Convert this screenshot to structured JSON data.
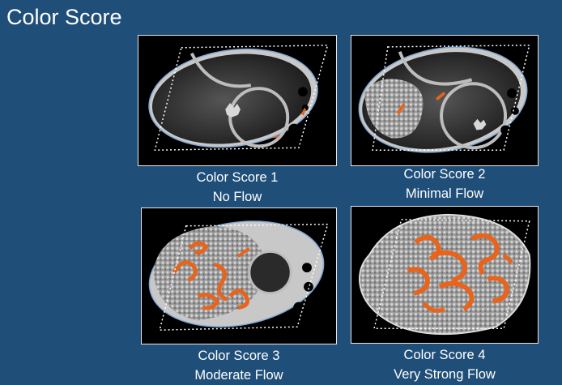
{
  "slide": {
    "title": "Color Score"
  },
  "panels": [
    {
      "score_label": "Color Score 1",
      "flow_label": "No Flow"
    },
    {
      "score_label": "Color Score 2",
      "flow_label": "Minimal Flow"
    },
    {
      "score_label": "Color Score 3",
      "flow_label": "Moderate Flow"
    },
    {
      "score_label": "Color Score 4",
      "flow_label": "Very Strong Flow"
    }
  ],
  "colors": {
    "background": "#1f4e79",
    "vessel": "#e8641c",
    "panel_bg": "#000000"
  }
}
